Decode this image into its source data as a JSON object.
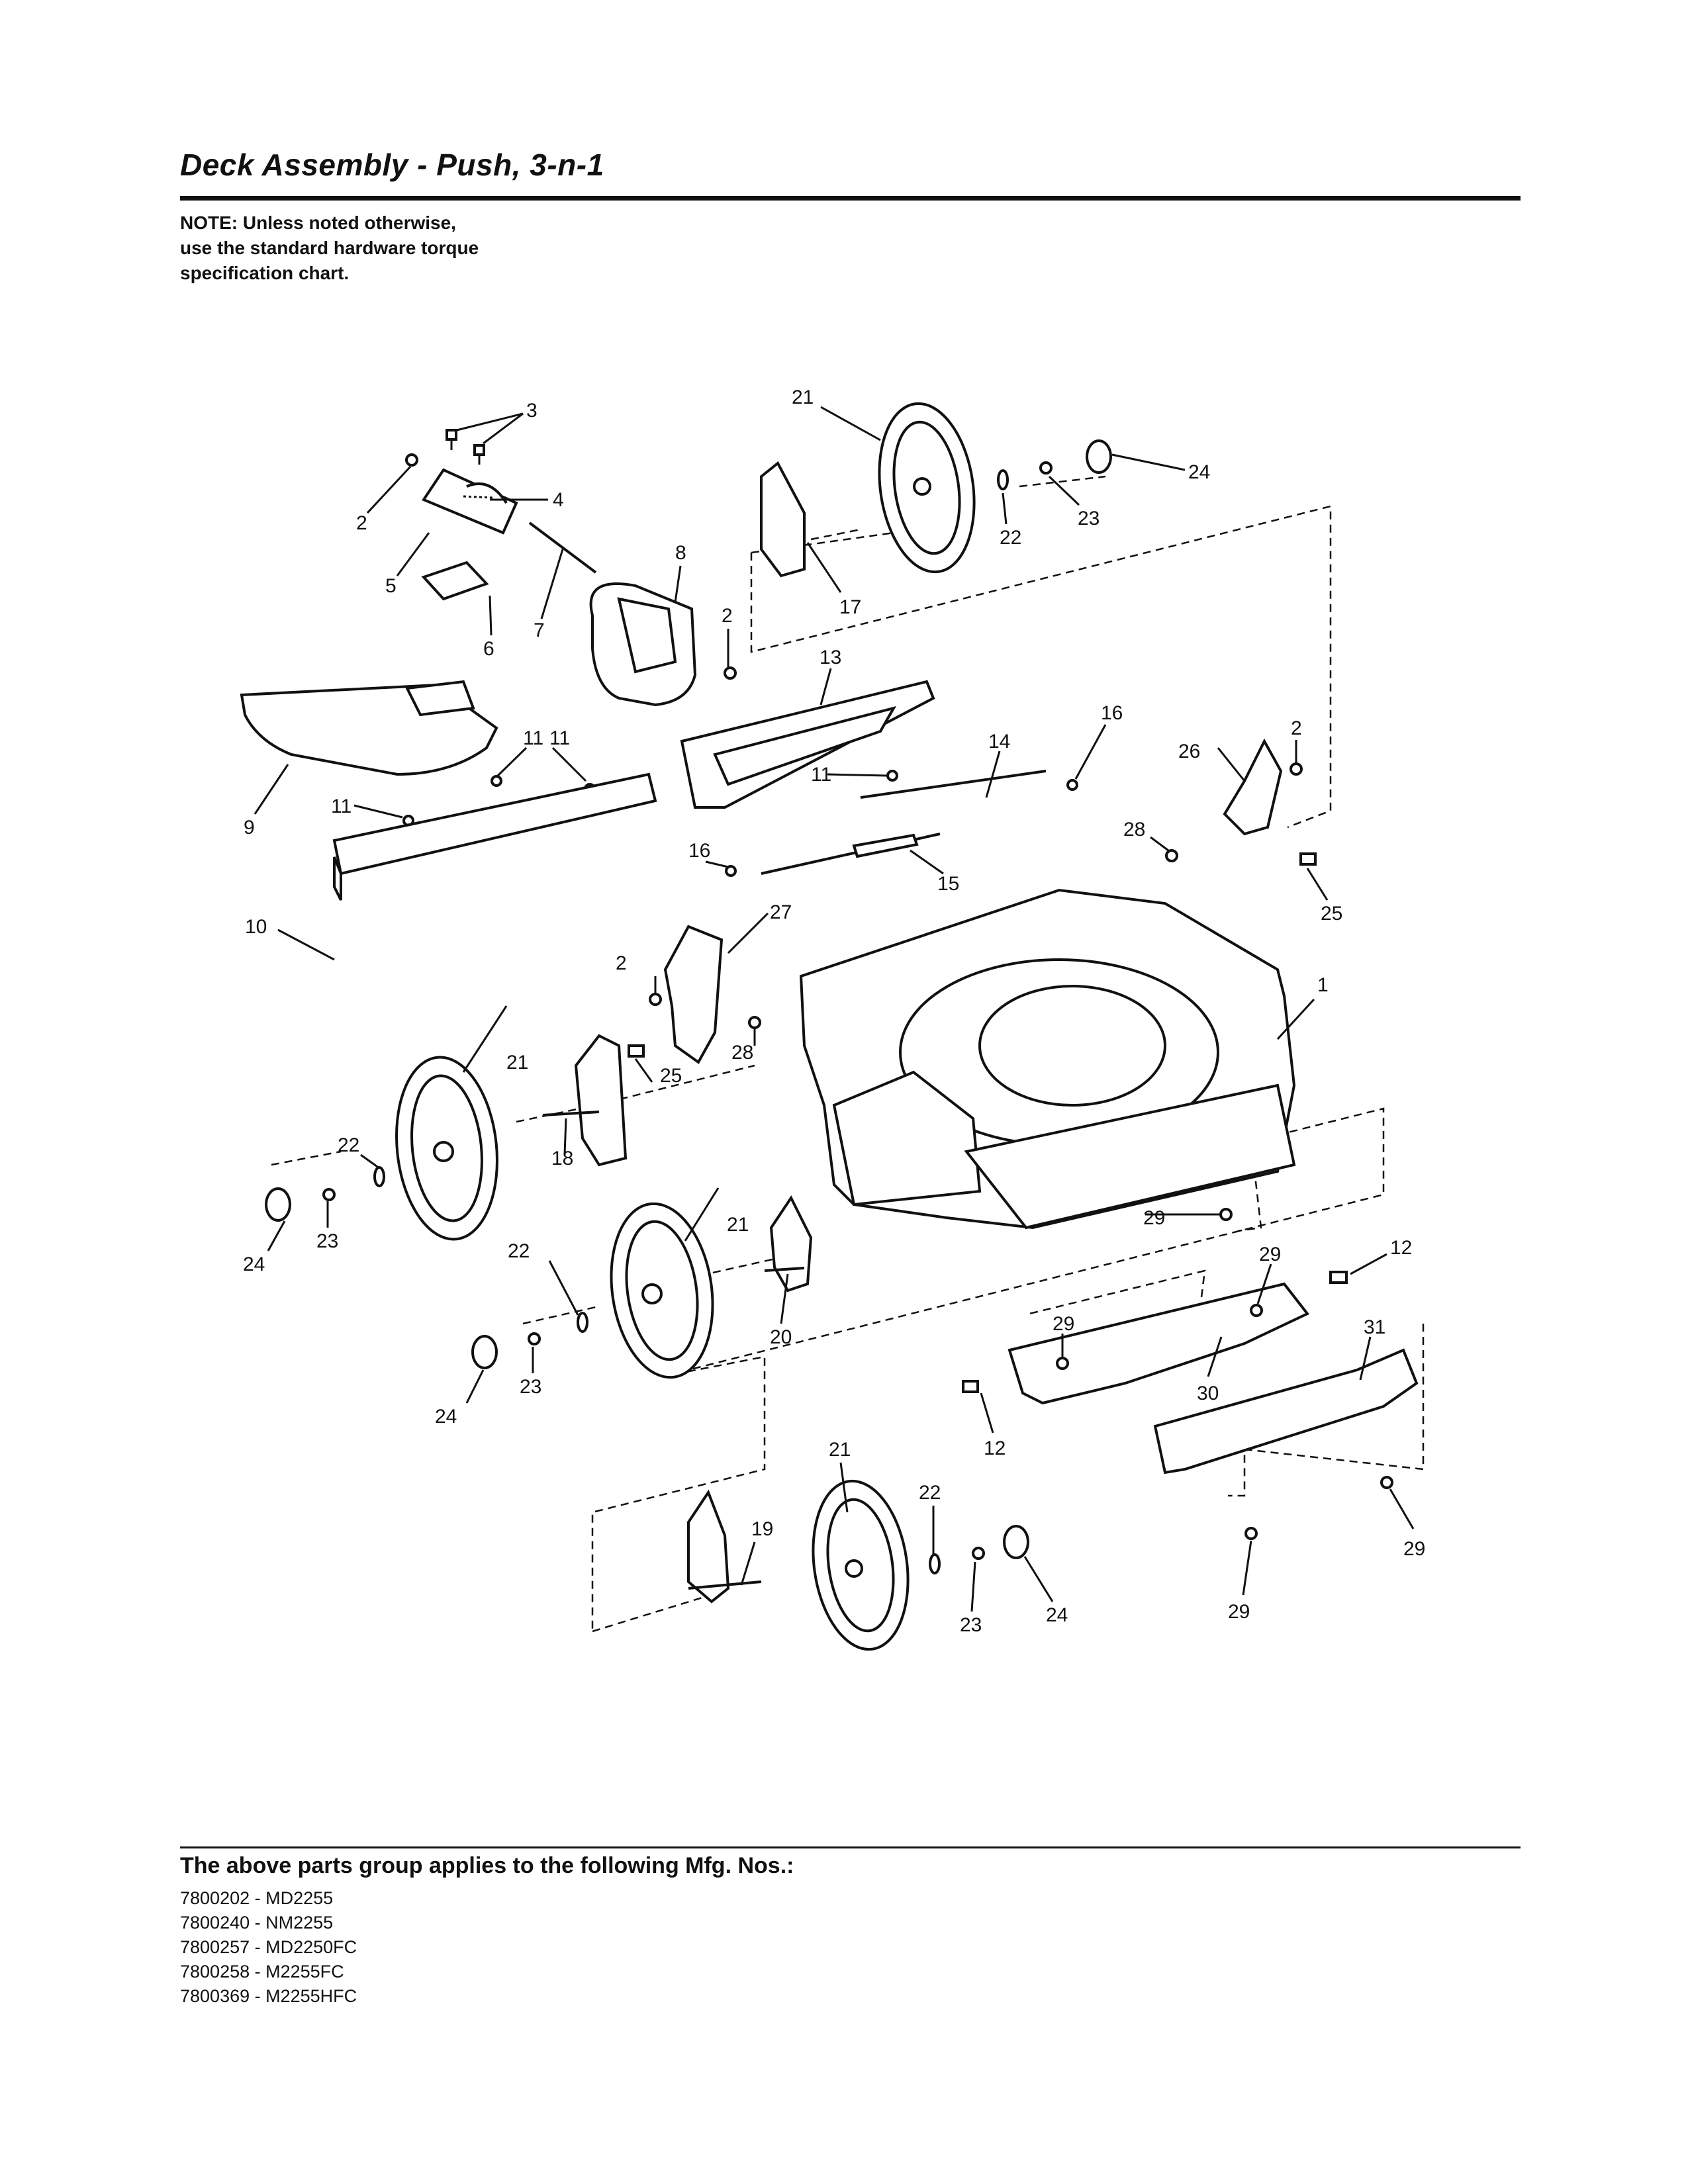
{
  "header": {
    "title": "Deck Assembly - Push, 3-n-1",
    "note_lines": [
      "NOTE: Unless noted otherwise,",
      "use the standard hardware torque",
      "specification chart."
    ]
  },
  "diagram": {
    "callouts": [
      "1",
      "2",
      "2",
      "2",
      "2",
      "3",
      "4",
      "5",
      "6",
      "7",
      "8",
      "9",
      "10",
      "11",
      "11",
      "11",
      "11",
      "12",
      "12",
      "13",
      "14",
      "15",
      "16",
      "16",
      "17",
      "18",
      "19",
      "20",
      "21",
      "21",
      "21",
      "21",
      "22",
      "22",
      "22",
      "22",
      "23",
      "23",
      "23",
      "23",
      "24",
      "24",
      "24",
      "24",
      "25",
      "25",
      "26",
      "27",
      "28",
      "28",
      "29",
      "29",
      "29",
      "29",
      "29",
      "30",
      "31"
    ]
  },
  "footer": {
    "applies_label": "The above parts group applies to the following Mfg. Nos.:",
    "mfg_numbers": [
      "7800202 - MD2255",
      "7800240 - NM2255",
      "7800257 - MD2250FC",
      "7800258 - M2255FC",
      "7800369 - M2255HFC"
    ]
  }
}
